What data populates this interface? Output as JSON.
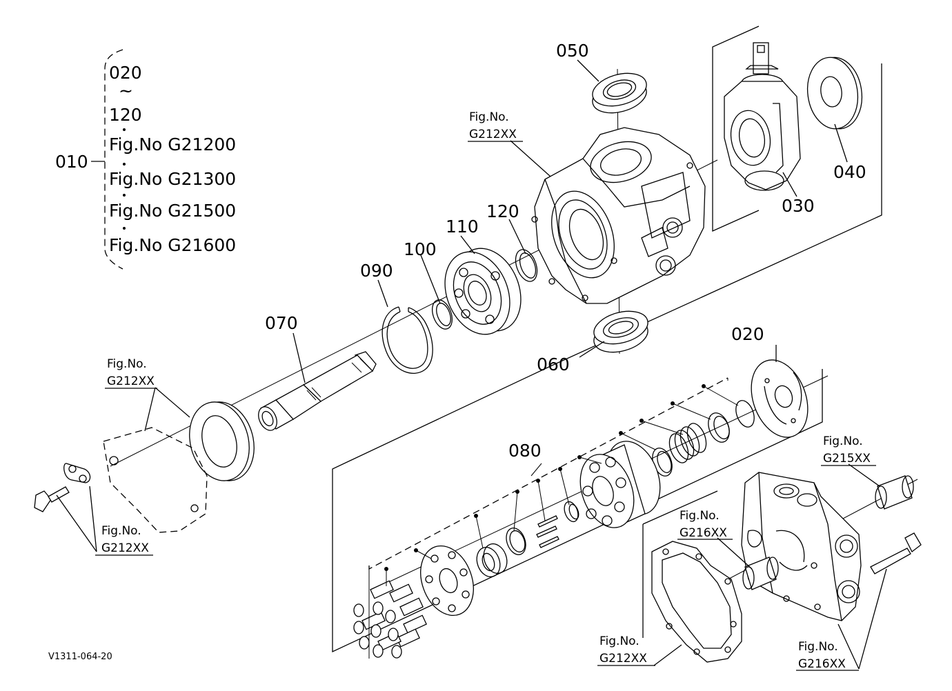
{
  "legend": {
    "parent": "010",
    "range_start": "020",
    "range_sep": "~",
    "range_end": "120",
    "fig_refs": [
      "Fig.No  G21200",
      "Fig.No  G21300",
      "Fig.No  G21500",
      "Fig.No  G21600"
    ]
  },
  "callouts": {
    "p020": "020",
    "p030": "030",
    "p040": "040",
    "p050": "050",
    "p060": "060",
    "p070": "070",
    "p080": "080",
    "p090": "090",
    "p100": "100",
    "p110": "110",
    "p120": "120"
  },
  "fig_refs": {
    "housing": [
      "Fig.No.",
      "G212XX"
    ],
    "cover": [
      "Fig.No.",
      "G212XX"
    ],
    "bolt": [
      "Fig.No.",
      "G212XX"
    ],
    "bearing_right": [
      "Fig.No.",
      "G215XX"
    ],
    "valve_plate": [
      "Fig.No.",
      "G216XX"
    ],
    "gasket": [
      "Fig.No.",
      "G212XX"
    ],
    "end_cover": [
      "Fig.No.",
      "G216XX"
    ]
  },
  "drawing_code": "V1311-064-20"
}
